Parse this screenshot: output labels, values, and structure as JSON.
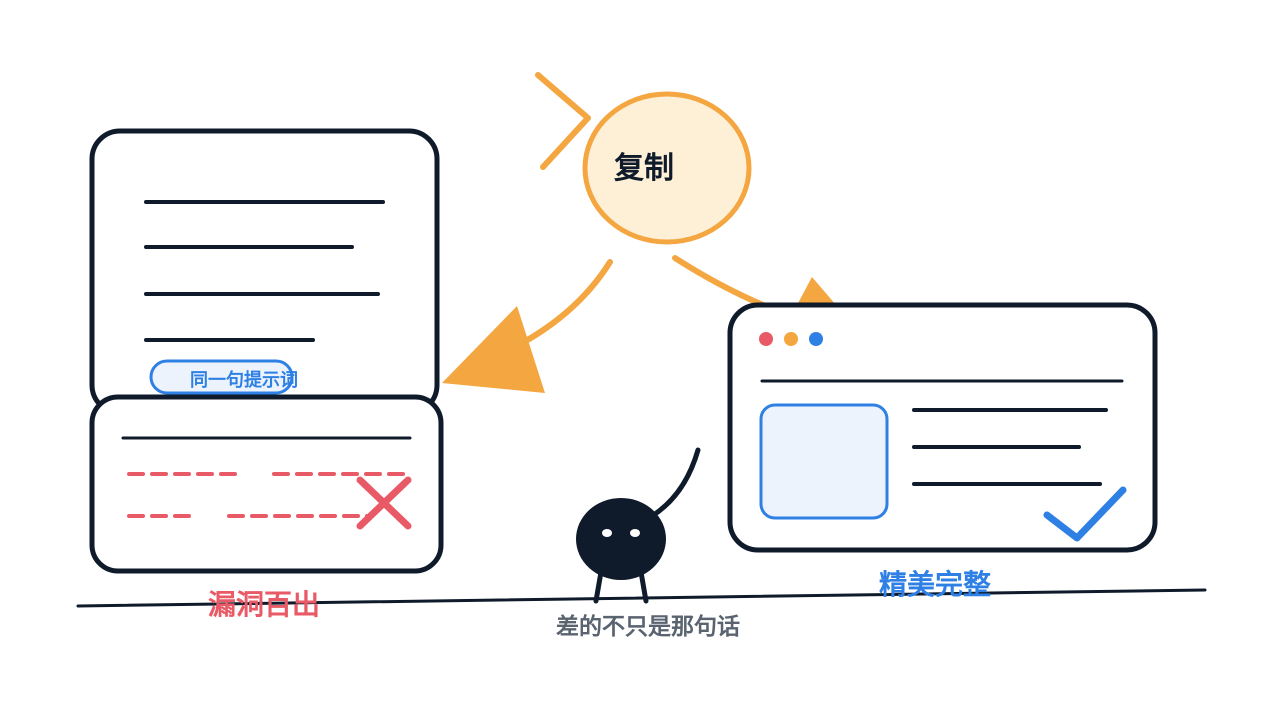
{
  "labels": {
    "copy": "复制",
    "same_prompt": "同一句提示词",
    "flawed": "漏洞百出",
    "polished": "精美完整",
    "difference": "差的不只是那句话"
  },
  "colors": {
    "ink": "#0f1a2b",
    "orange": "#f4a640",
    "orange_fill": "#fef0d7",
    "red": "#e85a66",
    "blue": "#2f80e4",
    "blue_fill": "#ecf3fd",
    "yellow_dot": "#f4a640",
    "caption_gray": "#5a6370"
  },
  "icons": {
    "cross": "x-mark-icon",
    "check": "check-mark-icon",
    "window_dots": "traffic-light-dots-icon"
  }
}
